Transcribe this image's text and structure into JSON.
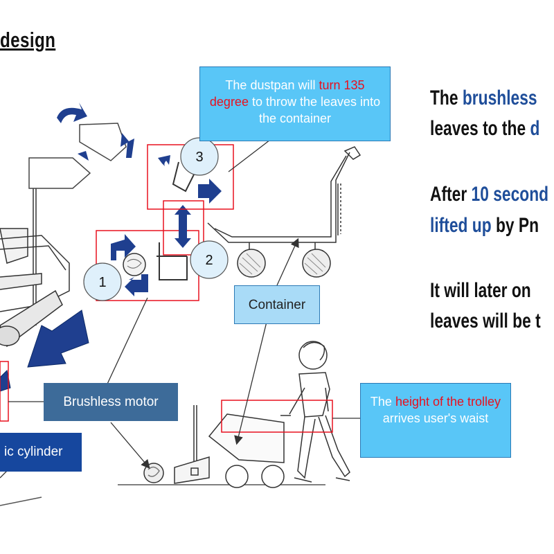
{
  "title": "design",
  "callouts": {
    "dustpan": {
      "pre": "The dustpan will ",
      "red": "turn 135 degree",
      "post": " to throw the leaves into the container"
    },
    "container": "Container",
    "motor": "Brushless motor",
    "cylinder": "ic cylinder",
    "trolley": {
      "pre": "The ",
      "red": "height of the trolley",
      "post": " arrives user's waist"
    }
  },
  "steps": [
    "1",
    "2",
    "3"
  ],
  "description": [
    {
      "pre": "The ",
      "blue": "brushless",
      "post": ""
    },
    {
      "pre": "leaves to the ",
      "blue": "d",
      "post": ""
    },
    {
      "pre": "After ",
      "blue": "10 second",
      "post": ""
    },
    {
      "pre": "",
      "blue": "lifted up",
      "post": " by Pn"
    },
    {
      "pre": "It will later on",
      "blue": "",
      "post": ""
    },
    {
      "pre": "leaves will be t",
      "blue": "",
      "post": ""
    }
  ],
  "colors": {
    "arrow": "#1f3f8f",
    "highlight": "#e8101e",
    "callout_light": "#59c6f7",
    "callout_dark": "#3d6b99",
    "callout_navy": "#16479e",
    "text_blue": "#1f4e9a"
  }
}
